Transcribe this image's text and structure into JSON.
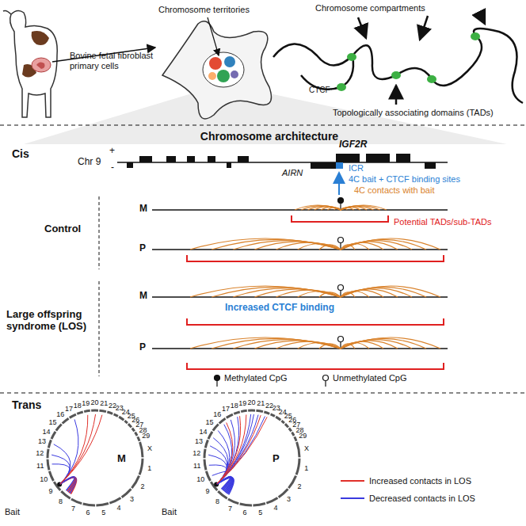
{
  "diagram": {
    "labels": [
      "Bovine fetal fibroblast primary cells",
      "Chromosome territories",
      "Chromosome compartments",
      "CTCF",
      "Topologically associating domains (TADs)",
      "Chromosome architecture",
      "Cis",
      "Chr 9",
      "+",
      "-",
      "IGF2R",
      "AIRN",
      "ICR",
      "4C bait + CTCF binding sites",
      "4C contacts with bait",
      "Potential TADs/sub-TADs",
      "Control",
      "M",
      "P",
      "Large offspring syndrome (LOS)",
      "M",
      "Increased CTCF binding",
      "P",
      "Methylated CpG",
      "Unmethylated CpG",
      "Trans",
      "1",
      "2",
      "3",
      "4",
      "5",
      "6",
      "7",
      "8",
      "9",
      "10",
      "11",
      "12",
      "13",
      "14",
      "15",
      "16",
      "17",
      "18",
      "19",
      "20",
      "21",
      "22",
      "23",
      "24",
      "25",
      "26",
      "27",
      "28",
      "29",
      "X",
      "M",
      "Bait",
      "1",
      "2",
      "3",
      "4",
      "5",
      "6",
      "7",
      "8",
      "9",
      "10",
      "11",
      "12",
      "13",
      "14",
      "15",
      "16",
      "17",
      "18",
      "19",
      "20",
      "21",
      "22",
      "23",
      "24",
      "25",
      "26",
      "27",
      "28",
      "29",
      "X",
      "P",
      "Bait"
    ],
    "legend": [
      {
        "text": "Increased contacts in LOS"
      },
      {
        "text": "Decreased contacts in LOS"
      }
    ]
  }
}
